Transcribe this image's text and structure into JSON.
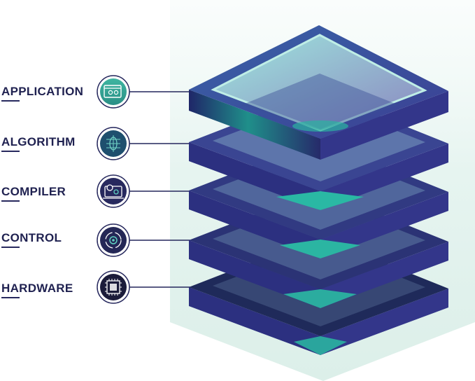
{
  "layers": [
    {
      "label": "APPLICATION",
      "icon": "application-window-icon"
    },
    {
      "label": "ALGORITHM",
      "icon": "algorithm-chip-icon"
    },
    {
      "label": "COMPILER",
      "icon": "compiler-gears-icon"
    },
    {
      "label": "CONTROL",
      "icon": "control-cycle-icon"
    },
    {
      "label": "HARDWARE",
      "icon": "hardware-processor-icon"
    }
  ],
  "colors": {
    "label_text": "#1f2150",
    "stack_navy": "#2f3287",
    "stack_teal": "#2aa69b",
    "background_panel": "#e4f3ef"
  }
}
